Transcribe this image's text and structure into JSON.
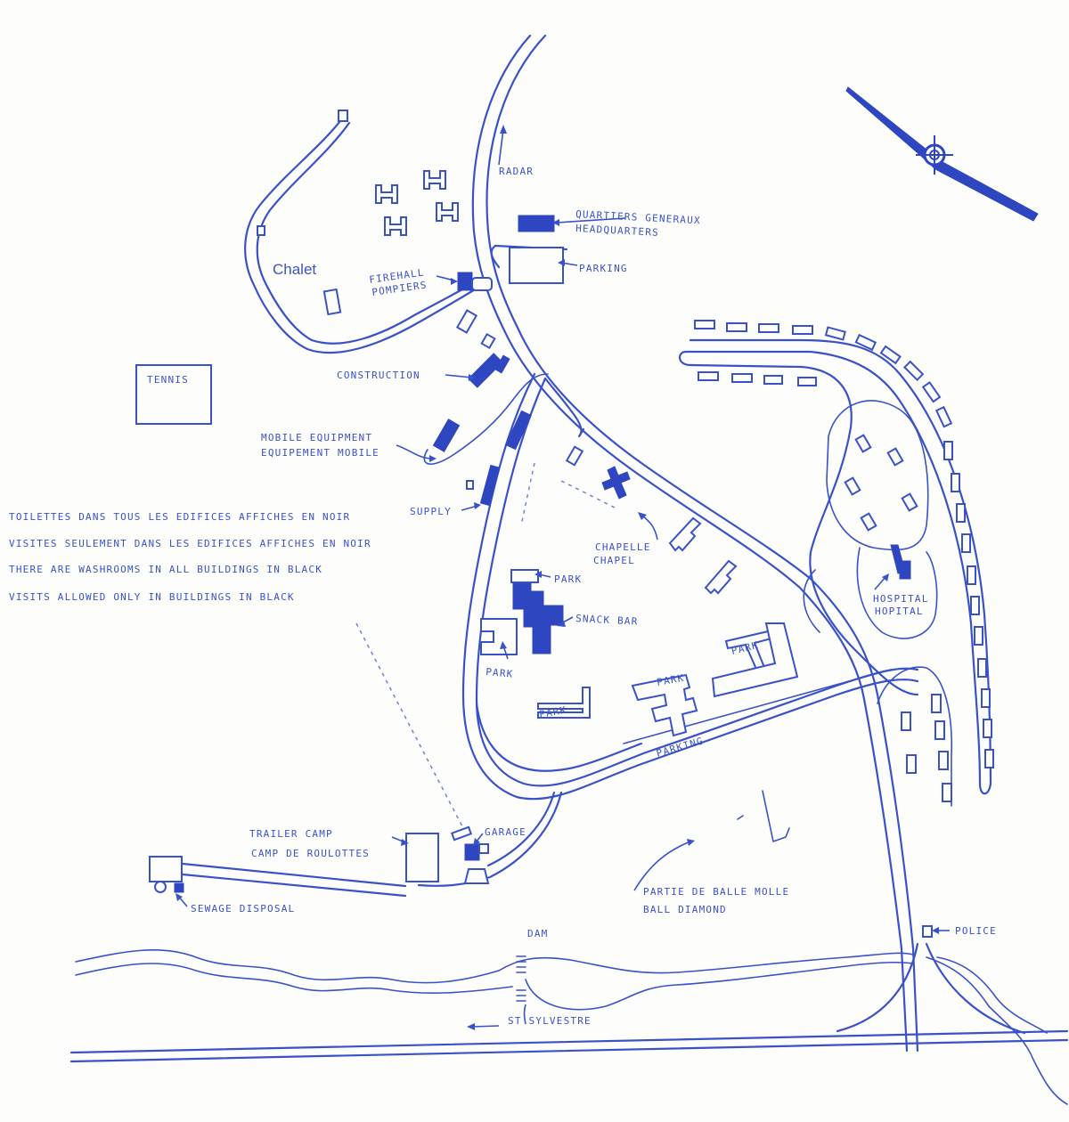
{
  "colors": {
    "ink": "#3a52c8",
    "solid_building": "#2e46bf",
    "paper": "#fdfdfb"
  },
  "labels": {
    "chalet": "Chalet",
    "radar": "RADAR",
    "hq_fr": "QUARTIERS GENERAUX",
    "hq_en": "HEADQUARTERS",
    "parking_top": "PARKING",
    "firehall": "FIREHALL",
    "pompiers": "POMPIERS",
    "tennis": "TENNIS",
    "construction": "CONSTRUCTION",
    "mobile_en": "MOBILE EQUIPMENT",
    "mobile_fr": "EQUIPEMENT MOBILE",
    "supply": "SUPPLY",
    "chapelle": "CHAPELLE",
    "chapel": "CHAPEL",
    "park_snack": "PARK",
    "snack_bar": "SNACK BAR",
    "park_left": "PARK",
    "park_a": "PARK",
    "park_b": "PARK",
    "park_c": "PARK",
    "parking_road": "PARKING",
    "hospital_fr": "HOSPITAL",
    "hospital_en": "HOPITAL",
    "trailer_en": "TRAILER CAMP",
    "trailer_fr": "CAMP DE ROULOTTES",
    "garage": "GARAGE",
    "sewage": "SEWAGE DISPOSAL",
    "ball_fr": "PARTIE DE BALLE MOLLE",
    "ball_en": "BALL DIAMOND",
    "police": "POLICE",
    "dam": "DAM",
    "st_sylvestre": "ST SYLVESTRE"
  },
  "legend_notes": [
    "TOILETTES DANS TOUS LES EDIFICES AFFICHES EN NOIR",
    "VISITES SEULEMENT DANS LES EDIFICES AFFICHES EN NOIR",
    "THERE ARE WASHROOMS IN ALL BUILDINGS IN BLACK",
    "VISITS ALLOWED ONLY IN BUILDINGS IN BLACK"
  ],
  "icons": {
    "north_arrow": "compass-needle-icon"
  }
}
